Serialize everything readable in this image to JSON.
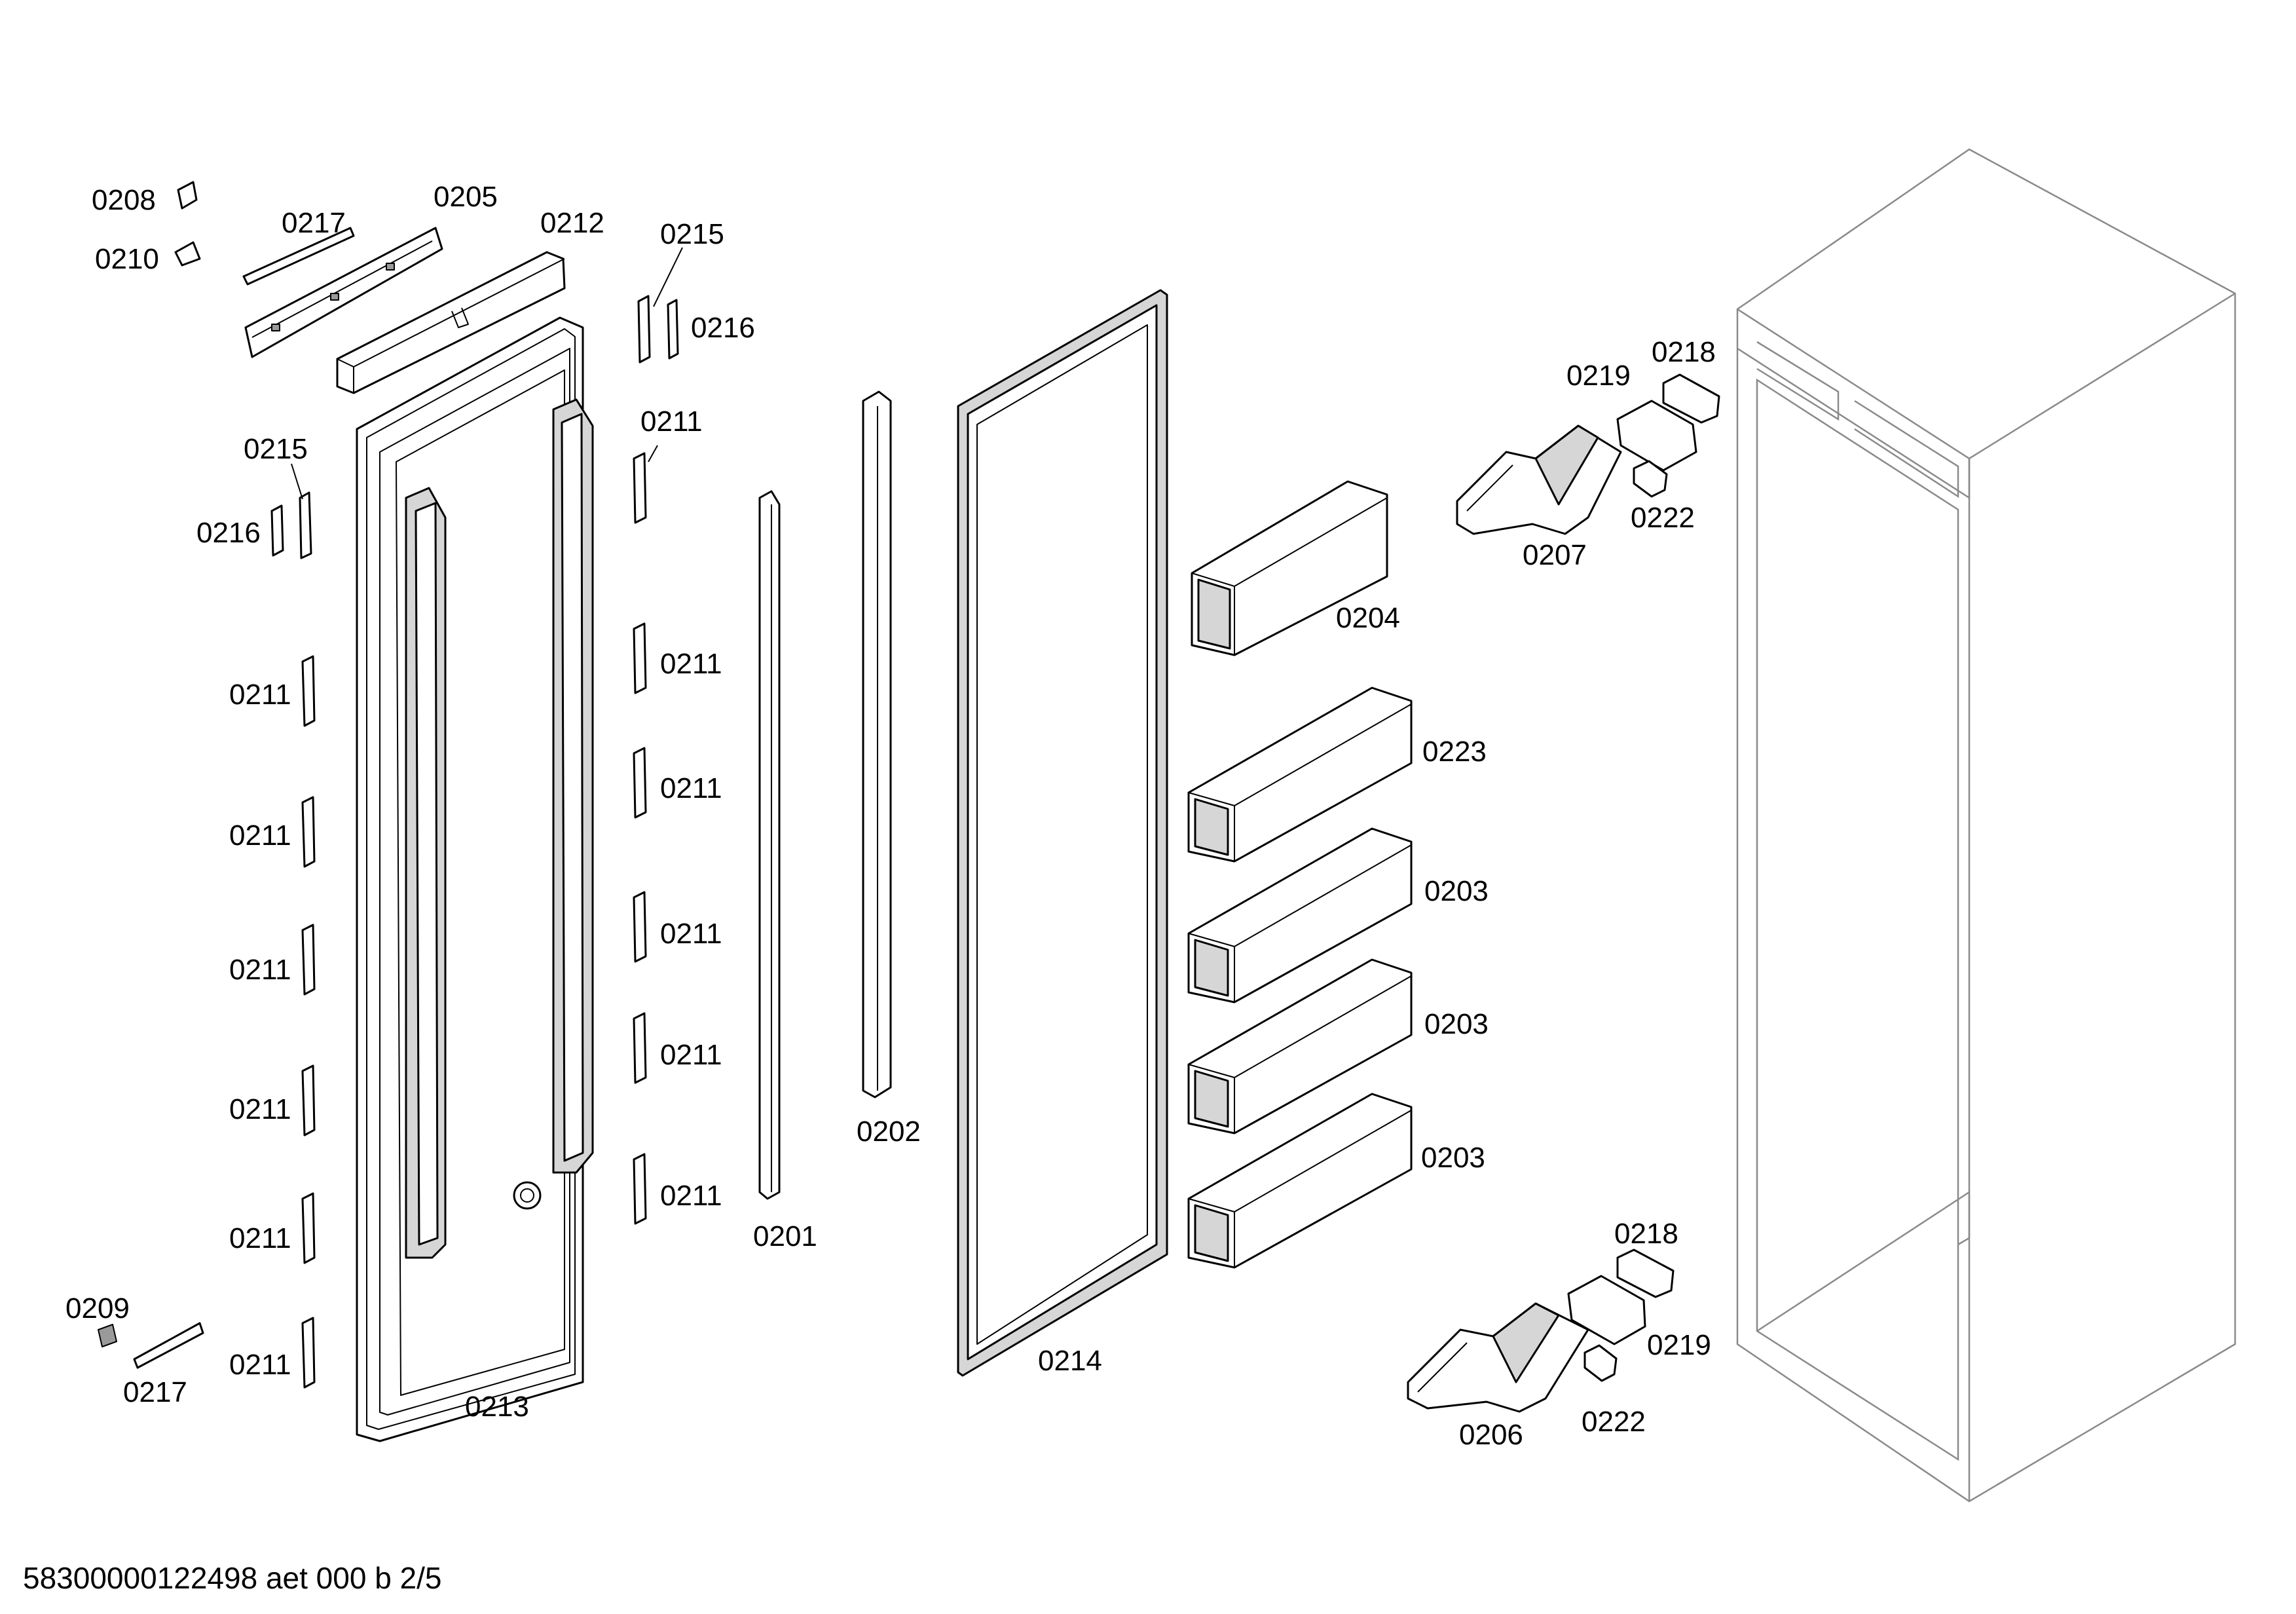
{
  "footer": {
    "document_code": "58300000122498 aet 000 b 2/5"
  },
  "callouts": {
    "c0208": "0208",
    "c0210": "0210",
    "c0217_top": "0217",
    "c0205": "0205",
    "c0212": "0212",
    "c0215_top": "0215",
    "c0216_top": "0216",
    "c0215_left": "0215",
    "c0216_left": "0216",
    "c0211_mid_1": "0211",
    "c0211_left_1": "0211",
    "c0211_mid_2": "0211",
    "c0211_left_2": "0211",
    "c0211_mid_3": "0211",
    "c0211_left_3": "0211",
    "c0211_mid_4": "0211",
    "c0211_left_4": "0211",
    "c0211_mid_5": "0211",
    "c0211_left_5": "0211",
    "c0211_mid_6": "0211",
    "c0211_left_6": "0211",
    "c0209": "0209",
    "c0217_bottom": "0217",
    "c0213": "0213",
    "c0201": "0201",
    "c0202": "0202",
    "c0214": "0214",
    "c0204": "0204",
    "c0223": "0223",
    "c0203_1": "0203",
    "c0203_2": "0203",
    "c0203_3": "0203",
    "c0219_top": "0219",
    "c0218_top": "0218",
    "c0222_top": "0222",
    "c0207": "0207",
    "c0218_bottom": "0218",
    "c0219_bottom": "0219",
    "c0222_bottom": "0222",
    "c0206": "0206"
  }
}
